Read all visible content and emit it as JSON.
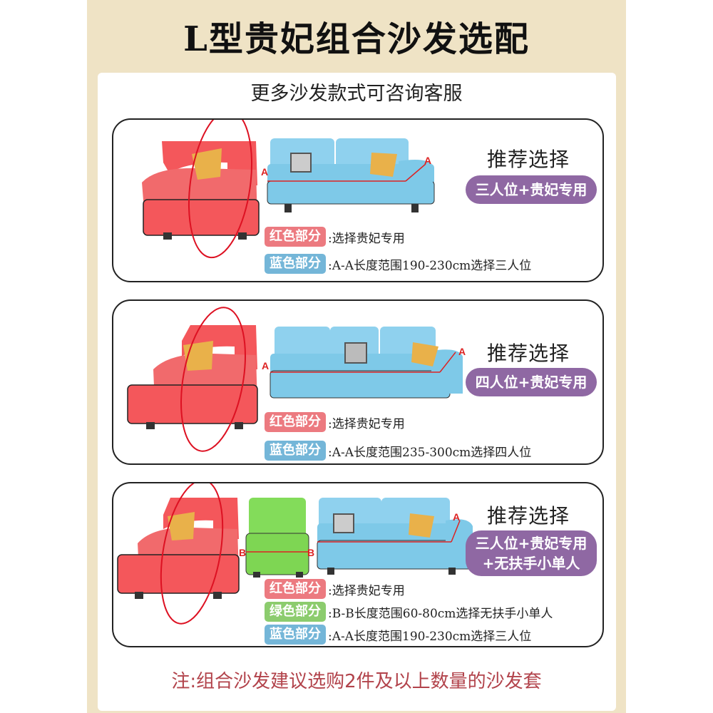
{
  "title": "L型贵妃组合沙发选配",
  "subtitle": "更多沙发款式可咨询客服",
  "colors": {
    "background": "#efe3c5",
    "red_part": "#f0585a",
    "blue_part": "#7ec9e8",
    "green_part": "#7ed653",
    "pill": "#8f68a3",
    "note": "#b2434b"
  },
  "marker_a": "A",
  "marker_b": "B",
  "options": [
    {
      "recommend": "推荐选择",
      "pill_lines": [
        "三人位+贵妃专用"
      ],
      "legend": [
        {
          "tag": "红色部分",
          "text": ":选择贵妃专用"
        },
        {
          "tag": "蓝色部分",
          "text": ":A-A长度范围190-230cm选择三人位"
        }
      ]
    },
    {
      "recommend": "推荐选择",
      "pill_lines": [
        "四人位+贵妃专用"
      ],
      "legend": [
        {
          "tag": "红色部分",
          "text": ":选择贵妃专用"
        },
        {
          "tag": "蓝色部分",
          "text": ":A-A长度范围235-300cm选择四人位"
        }
      ]
    },
    {
      "recommend": "推荐选择",
      "pill_lines": [
        "三人位+贵妃专用",
        "+无扶手小单人"
      ],
      "legend": [
        {
          "tag": "红色部分",
          "text": ":选择贵妃专用"
        },
        {
          "tag": "绿色部分",
          "text": ":B-B长度范围60-80cm选择无扶手小单人"
        },
        {
          "tag": "蓝色部分",
          "text": ":A-A长度范围190-230cm选择三人位"
        }
      ]
    }
  ],
  "note": "注:组合沙发建议选购2件及以上数量的沙发套"
}
